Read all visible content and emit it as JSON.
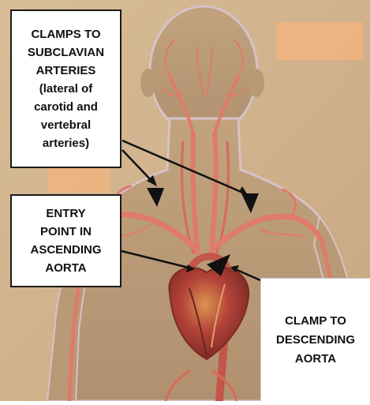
{
  "labels": {
    "subclavian": {
      "lines": [
        "CLAMPS TO",
        "SUBCLAVIAN",
        "ARTERIES",
        "(lateral of",
        "carotid and",
        "vertebral",
        "arteries)"
      ]
    },
    "entry": {
      "lines": [
        "ENTRY",
        "POINT IN",
        "ASCENDING",
        "AORTA"
      ]
    },
    "descending": {
      "lines": [
        "CLAMP TO",
        "DESCENDING",
        "AORTA"
      ]
    }
  },
  "colors": {
    "background": "#cfb08c",
    "background_light": "#ddc4a2",
    "body_silhouette": "#b89a76",
    "artery": "#e07a6a",
    "artery_dark": "#c4554a",
    "heart": "#b4433a",
    "heart_highlight": "#d9954f",
    "arrow": "#111111",
    "orange_patch": "#f1b47e"
  },
  "icons": [
    "clamp-marker-icon"
  ]
}
